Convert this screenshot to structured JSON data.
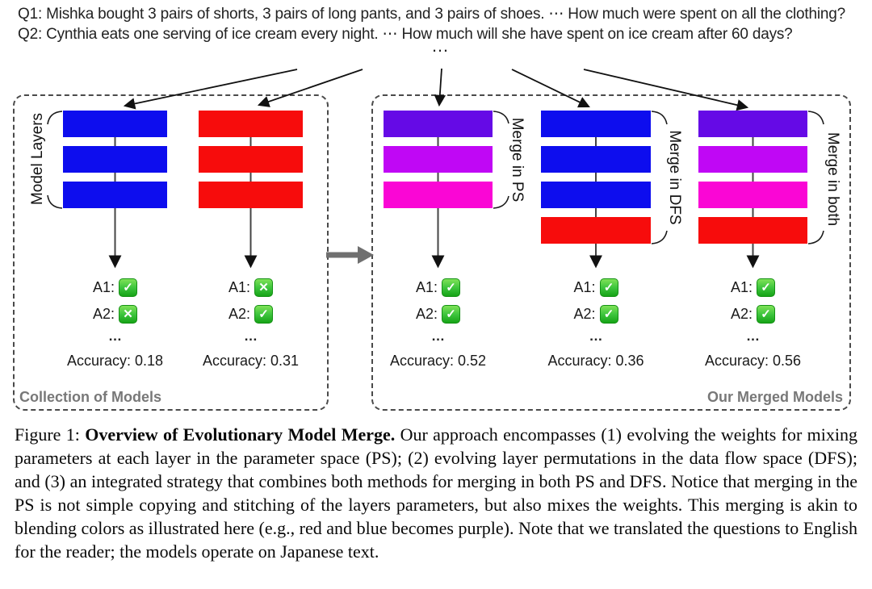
{
  "questions": {
    "q1": "Q1: Mishka bought 3 pairs of shorts, 3 pairs of long pants, and 3 pairs of shoes. ⋯ How much were spent on all the clothing?",
    "q2": "Q2: Cynthia eats one serving of ice cream every night. ⋯ How much will she have spent on ice cream after 60 days?",
    "ellipsis": "…"
  },
  "colors": {
    "blue": "#0d0dee",
    "red": "#f70c0c",
    "purple": "#650ae6",
    "violet": "#c007f5",
    "magenta": "#fa06d5",
    "badge_green": "#2eb82e",
    "corner_label_gray": "#787878",
    "merge_arrow_gray": "#6f6f6f"
  },
  "left_box": {
    "corner_label": "Collection of Models",
    "side_label": "Model Layers"
  },
  "right_box": {
    "corner_label": "Our Merged Models"
  },
  "models": [
    {
      "id": "model-blue",
      "bars": [
        "#0d0dee",
        "#0d0dee",
        "#0d0dee"
      ],
      "answers": [
        {
          "label": "A1:",
          "glyph": "✓",
          "result": "correct"
        },
        {
          "label": "A2:",
          "glyph": "✕",
          "result": "incorrect"
        }
      ],
      "dots": "…",
      "accuracy": "Accuracy: 0.18"
    },
    {
      "id": "model-red",
      "bars": [
        "#f70c0c",
        "#f70c0c",
        "#f70c0c"
      ],
      "answers": [
        {
          "label": "A1:",
          "glyph": "✕",
          "result": "incorrect"
        },
        {
          "label": "A2:",
          "glyph": "✓",
          "result": "correct"
        }
      ],
      "dots": "…",
      "accuracy": "Accuracy: 0.31"
    },
    {
      "id": "model-merge-ps",
      "side_label": "Merge in PS",
      "bars": [
        "#650ae6",
        "#c007f5",
        "#fa06d5"
      ],
      "answers": [
        {
          "label": "A1:",
          "glyph": "✓",
          "result": "correct"
        },
        {
          "label": "A2:",
          "glyph": "✓",
          "result": "correct"
        }
      ],
      "dots": "…",
      "accuracy": "Accuracy: 0.52"
    },
    {
      "id": "model-merge-dfs",
      "side_label": "Merge in DFS",
      "bars": [
        "#0d0dee",
        "#0d0dee",
        "#0d0dee",
        "#f70c0c"
      ],
      "answers": [
        {
          "label": "A1:",
          "glyph": "✓",
          "result": "correct"
        },
        {
          "label": "A2:",
          "glyph": "✓",
          "result": "correct"
        }
      ],
      "dots": "…",
      "accuracy": "Accuracy: 0.36"
    },
    {
      "id": "model-merge-both",
      "side_label": "Merge in both",
      "bars": [
        "#650ae6",
        "#c007f5",
        "#fa06d5",
        "#f70c0c"
      ],
      "answers": [
        {
          "label": "A1:",
          "glyph": "✓",
          "result": "correct"
        },
        {
          "label": "A2:",
          "glyph": "✓",
          "result": "correct"
        }
      ],
      "dots": "…",
      "accuracy": "Accuracy: 0.56"
    }
  ],
  "caption": {
    "figure_label": "Figure 1: ",
    "bold_title": "Overview of Evolutionary Model Merge.",
    "body": " Our approach encompasses (1) evolving the weights for mixing parameters at each layer in the parameter space (PS); (2) evolving layer permutations in the data flow space (DFS); and (3) an integrated strategy that combines both methods for merging in both PS and DFS. Notice that merging in the PS is not simple copying and stitching of the layers parameters, but also mixes the weights. This merging is akin to blending colors as illustrated here (e.g., red and blue becomes purple). Note that we translated the questions to English for the reader; the models operate on Japanese text."
  }
}
